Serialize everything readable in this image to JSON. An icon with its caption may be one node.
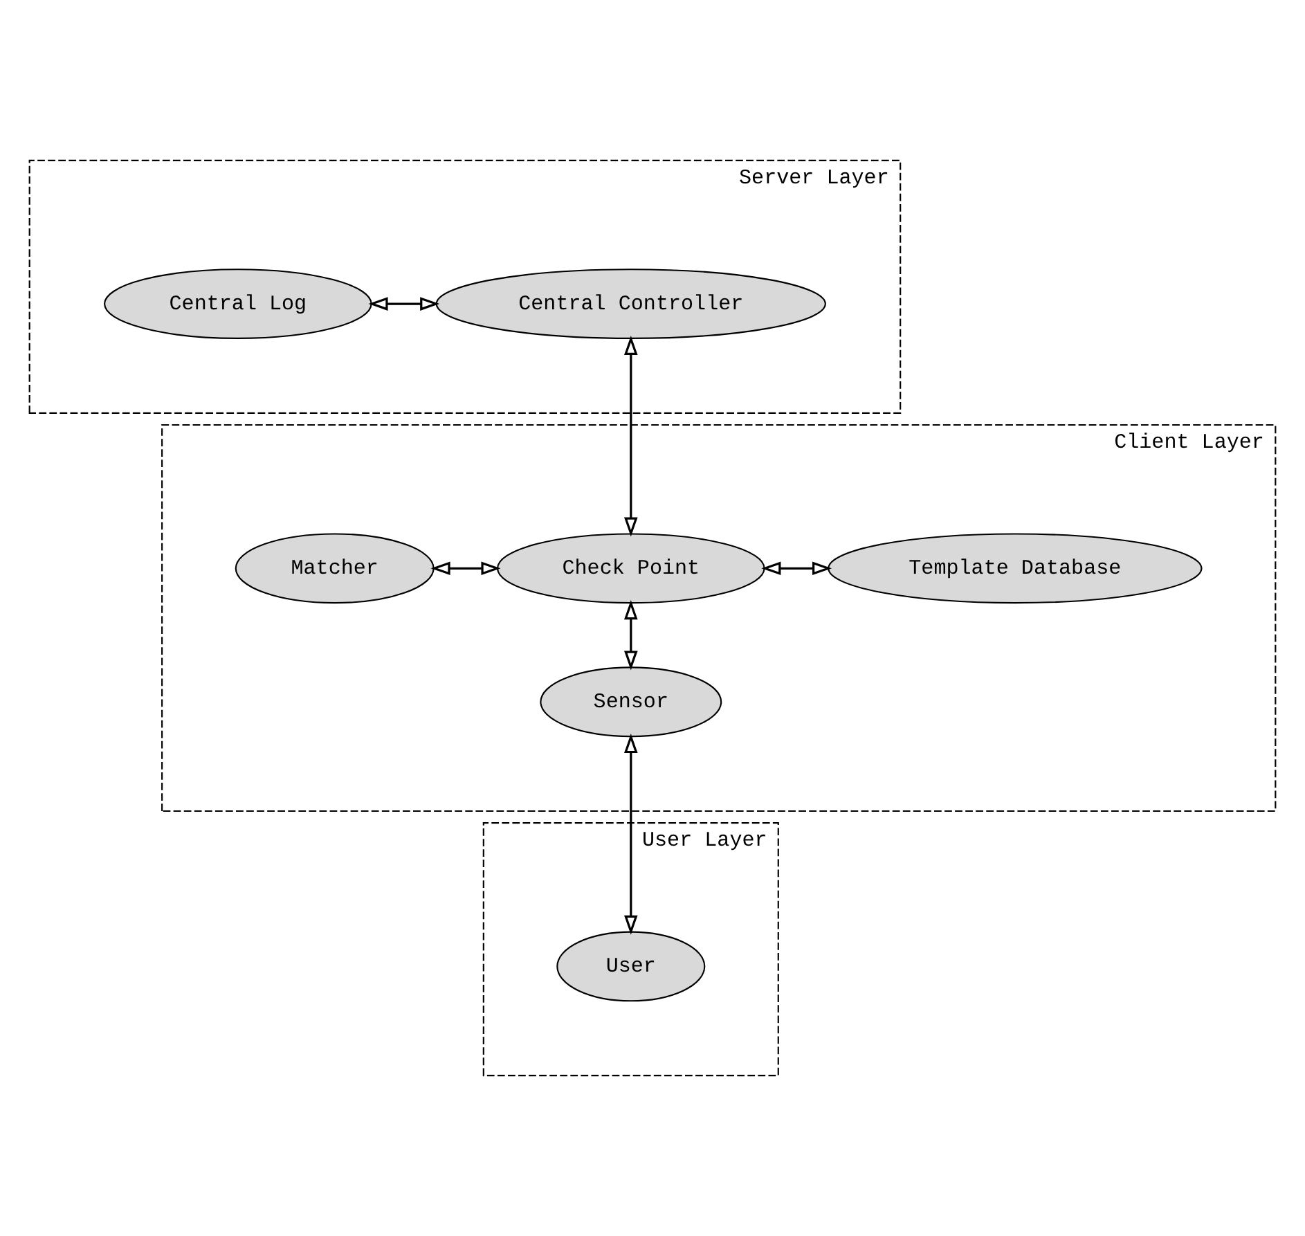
{
  "diagram": {
    "nodes": [
      {
        "text": [
          "Server Layer"
        ]
      },
      {
        "text": [
          "Central Log"
        ],
        "in": 0
      },
      {
        "text": [
          "Central Controller"
        ],
        "in": 0
      },
      {
        "text": [
          "Client Layer"
        ]
      },
      {
        "text": [
          "Matcher"
        ],
        "in": 3
      },
      {
        "text": [
          "Check Point"
        ],
        "in": 3
      },
      {
        "text": [
          "Template Database"
        ],
        "in": 3
      },
      {
        "text": [
          "Sensor"
        ],
        "in": 3
      },
      {
        "text": [
          "User Layer"
        ]
      },
      {
        "text": [
          "User"
        ],
        "in": 8
      }
    ],
    "edges": [
      {
        "from": 1,
        "to": 2,
        "arrow": "both"
      },
      {
        "from": 2,
        "to": 5,
        "arrow": "both"
      },
      {
        "from": 4,
        "to": 5,
        "arrow": "both"
      },
      {
        "from": 5,
        "to": 6,
        "arrow": "both"
      },
      {
        "from": 5,
        "to": 7,
        "arrow": "both"
      },
      {
        "from": 7,
        "to": 9,
        "arrow": "both"
      }
    ]
  }
}
